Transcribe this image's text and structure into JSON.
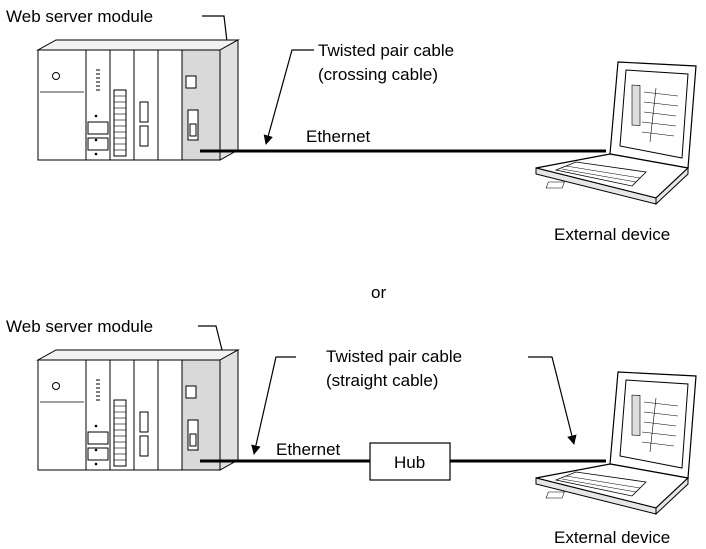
{
  "top": {
    "module_label": "Web server module",
    "cable_line1": "Twisted pair cable",
    "cable_line2": "(crossing cable)",
    "ethernet_label": "Ethernet",
    "device_label": "External device"
  },
  "separator": "or",
  "bottom": {
    "module_label": "Web server module",
    "cable_line1": "Twisted pair cable",
    "cable_line2": "(straight cable)",
    "ethernet_label": "Ethernet",
    "hub_label": "Hub",
    "device_label": "External device"
  },
  "colors": {
    "line": "#000000",
    "module_fill": "#ffffff",
    "module_side": "#e6e6e6",
    "module_last_unit": "#d9d9d9"
  }
}
